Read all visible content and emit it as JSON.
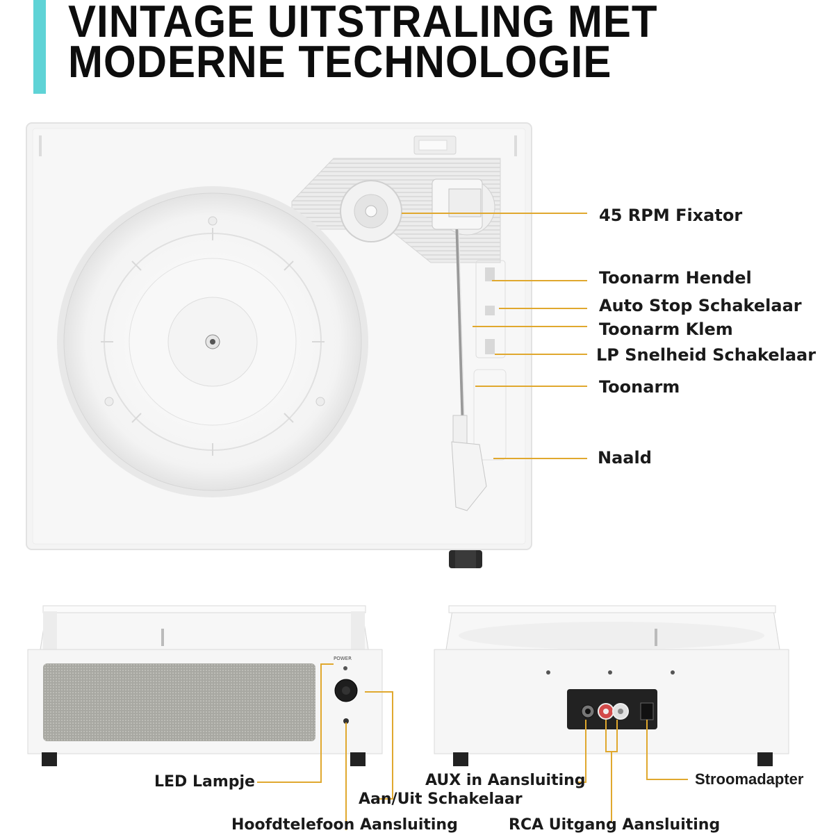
{
  "title": {
    "line1": "VINTAGE UITSTRALING MET",
    "line2": "MODERNE TECHNOLOGIE"
  },
  "colors": {
    "accent": "#5fd3d6",
    "callout_line": "#e0a82e",
    "device_white": "#f4f4f4"
  },
  "top_view": {
    "callouts": [
      {
        "label": "45 RPM Fixator"
      },
      {
        "label": "Toonarm Hendel"
      },
      {
        "label": "Auto Stop Schakelaar"
      },
      {
        "label": "Toonarm Klem"
      },
      {
        "label": "LP Snelheid Schakelaar"
      },
      {
        "label": "Toonarm"
      },
      {
        "label": "Naald"
      }
    ]
  },
  "front_view": {
    "power_text": "POWER",
    "callouts": [
      {
        "label": "LED Lampje"
      },
      {
        "label": "Aan/Uit Schakelaar"
      },
      {
        "label": "Hoofdtelefoon Aansluiting"
      }
    ]
  },
  "back_view": {
    "callouts": [
      {
        "label": "AUX in Aansluiting"
      },
      {
        "label": "Stroomadapter"
      },
      {
        "label": "RCA Uitgang Aansluiting"
      }
    ]
  }
}
